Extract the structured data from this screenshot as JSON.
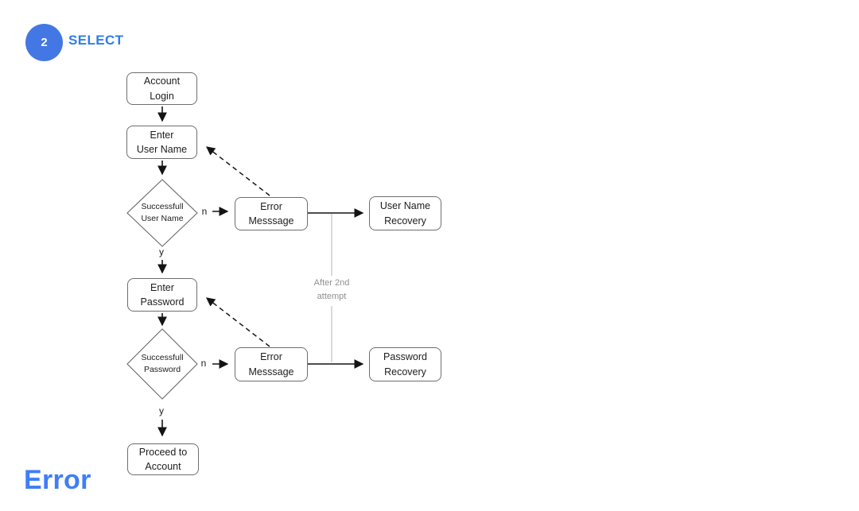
{
  "header": {
    "step_number": "2",
    "step_label": "SELECT"
  },
  "title": {
    "label": "Error"
  },
  "flowchart": {
    "nodes": {
      "account_login": {
        "label": "Account\nLogin",
        "type": "process"
      },
      "enter_user_name": {
        "label": "Enter\nUser Name",
        "type": "process"
      },
      "successful_user_name": {
        "label": "Successfull\nUser Name",
        "type": "decision"
      },
      "error_message_1": {
        "label": "Error\nMesssage",
        "type": "process"
      },
      "user_name_recovery": {
        "label": "User Name\nRecovery",
        "type": "process"
      },
      "enter_password": {
        "label": "Enter\nPassword",
        "type": "process"
      },
      "successful_password": {
        "label": "Successfull\nPassword",
        "type": "decision"
      },
      "error_message_2": {
        "label": "Error\nMesssage",
        "type": "process"
      },
      "password_recovery": {
        "label": "Password\nRecovery",
        "type": "process"
      },
      "proceed_to_account": {
        "label": "Proceed to\nAccount",
        "type": "process"
      }
    },
    "edge_labels": {
      "no_1": "n",
      "yes_1": "y",
      "no_2": "n",
      "yes_2": "y",
      "after_2nd_attempt": "After 2nd\nattempt"
    }
  },
  "colors": {
    "badge_blue": "#4377e3",
    "select_blue": "#2f7ce9",
    "error_blue": "#3f7ef7",
    "node_border": "#6e6e6e",
    "ink": "#1d1d1d",
    "connector": "#141414",
    "muted_line": "#b4b4b4",
    "muted_text": "#8f8f8f"
  }
}
